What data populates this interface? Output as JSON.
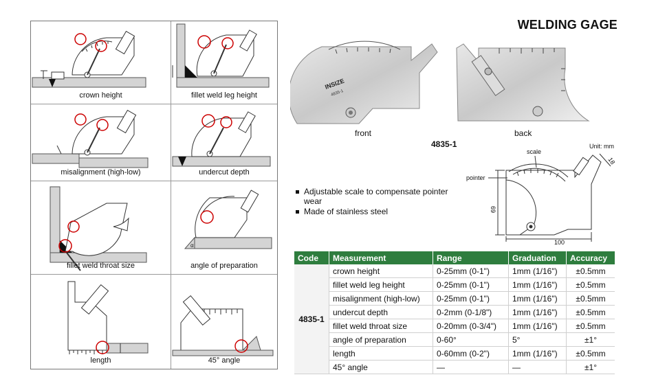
{
  "title": "WELDING GAGE",
  "applications": [
    {
      "label": "crown height"
    },
    {
      "label": "fillet weld leg height"
    },
    {
      "label": "misalignment (high-low)"
    },
    {
      "label": "undercut depth"
    },
    {
      "label": "fillet weld throat size"
    },
    {
      "label": "angle of preparation"
    },
    {
      "label": "length"
    },
    {
      "label": "45° angle"
    }
  ],
  "photos": {
    "front_label": "front",
    "back_label": "back",
    "brand": "INSIZE",
    "model_stamp": "4835-1"
  },
  "model": "4835-1",
  "diagram": {
    "unit": "Unit: mm",
    "scale_label": "scale",
    "pointer_label": "pointer",
    "width": "100",
    "height": "69",
    "tab": "18"
  },
  "features": [
    "Adjustable scale to compensate pointer wear",
    "Made of stainless steel"
  ],
  "table": {
    "headers": [
      "Code",
      "Measurement",
      "Range",
      "Graduation",
      "Accuracy"
    ],
    "code": "4835-1",
    "rows": [
      {
        "measurement": "crown height",
        "range": "0-25mm (0-1\")",
        "graduation": "1mm (1/16\")",
        "accuracy": "±0.5mm"
      },
      {
        "measurement": "fillet weld leg height",
        "range": "0-25mm (0-1\")",
        "graduation": "1mm (1/16\")",
        "accuracy": "±0.5mm"
      },
      {
        "measurement": "misalignment (high-low)",
        "range": "0-25mm (0-1\")",
        "graduation": "1mm (1/16\")",
        "accuracy": "±0.5mm"
      },
      {
        "measurement": "undercut depth",
        "range": "0-2mm (0-1/8\")",
        "graduation": "1mm (1/16\")",
        "accuracy": "±0.5mm"
      },
      {
        "measurement": "fillet weld throat size",
        "range": "0-20mm (0-3/4\")",
        "graduation": "1mm (1/16\")",
        "accuracy": "±0.5mm"
      },
      {
        "measurement": "angle of preparation",
        "range": "0-60°",
        "graduation": "5°",
        "accuracy": "±1°"
      },
      {
        "measurement": "length",
        "range": "0-60mm (0-2\")",
        "graduation": "1mm (1/16\")",
        "accuracy": "±0.5mm"
      },
      {
        "measurement": "45° angle",
        "range": "—",
        "graduation": "—",
        "accuracy": "±1°"
      }
    ]
  }
}
